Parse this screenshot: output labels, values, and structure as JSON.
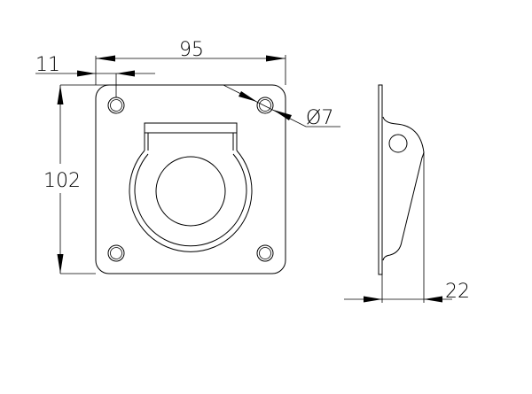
{
  "drawing": {
    "dimensions": {
      "width": "95",
      "hole_offset": "11",
      "height": "102",
      "hole_diameter": "Ø7",
      "depth": "22"
    },
    "colors": {
      "line": "#000000",
      "background": "#ffffff"
    }
  }
}
